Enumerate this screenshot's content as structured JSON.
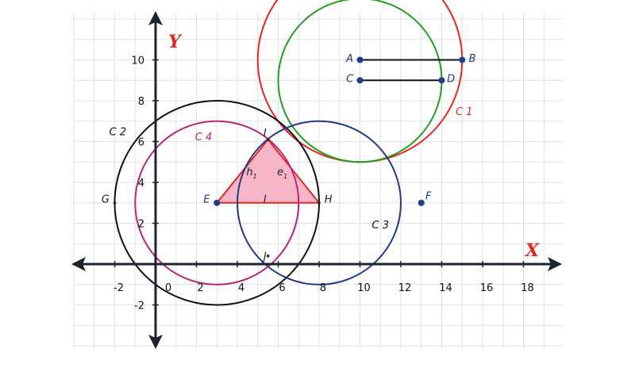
{
  "axes": {
    "x_label": "X",
    "y_label": "Y",
    "x_ticks": [
      "-2",
      "0",
      "2",
      "4",
      "6",
      "8",
      "10",
      "12",
      "14",
      "16",
      "18"
    ],
    "y_ticks": [
      "-2",
      "2",
      "4",
      "6",
      "8",
      "10"
    ],
    "x_range": [
      -4,
      20
    ],
    "y_range": [
      -4,
      12
    ],
    "label_color": "#e8261f",
    "axis_color": "#1c2430",
    "grid": true
  },
  "points": [
    {
      "name": "A",
      "x": 10,
      "y": 10,
      "color": "#1f3c88"
    },
    {
      "name": "B",
      "x": 15,
      "y": 10,
      "color": "#1f3c88"
    },
    {
      "name": "C",
      "x": 10,
      "y": 9,
      "color": "#1f3c88"
    },
    {
      "name": "D",
      "x": 14,
      "y": 9,
      "color": "#1f3c88"
    },
    {
      "name": "E",
      "x": 3,
      "y": 3,
      "color": "#1f3c88"
    },
    {
      "name": "F",
      "x": 13,
      "y": 3,
      "color": "#1f3c88"
    },
    {
      "name": "G",
      "x": -2,
      "y": 3,
      "color": "#222222"
    },
    {
      "name": "H",
      "x": 8,
      "y": 3,
      "color": "#222222"
    },
    {
      "name": "I",
      "x": 5.5,
      "y": 6.1,
      "color": "#222222"
    },
    {
      "name": "J",
      "x": 5.5,
      "y": 0.4,
      "color": "#222222"
    }
  ],
  "segments": [
    {
      "from": "A",
      "to": "B",
      "color": "#111111"
    },
    {
      "from": "C",
      "to": "D",
      "color": "#111111"
    }
  ],
  "circles": [
    {
      "name": "C 1",
      "cx": 10,
      "cy": 10,
      "r": 5,
      "color": "#e8261f"
    },
    {
      "name": "",
      "cx": 10,
      "cy": 9,
      "r": 4,
      "color": "#22a020"
    },
    {
      "name": "C 2",
      "cx": 3,
      "cy": 3,
      "r": 5,
      "color": "#111111"
    },
    {
      "name": "C 3",
      "cx": 8,
      "cy": 3,
      "r": 4,
      "color": "#1f3c88"
    },
    {
      "name": "C 4",
      "cx": 3,
      "cy": 3,
      "r": 4,
      "color": "#b8267a"
    }
  ],
  "triangle": {
    "vertices": [
      "E",
      "I",
      "H"
    ],
    "fill": "#f7b6c8",
    "stroke": "#e8261f",
    "center_label": "I",
    "side_labels": [
      {
        "text": "h",
        "sub": "1",
        "x": 4.7,
        "y": 4.55
      },
      {
        "text": "e",
        "sub": "1",
        "x": 6.2,
        "y": 4.55
      }
    ]
  },
  "labels": [
    {
      "text": "A",
      "x": 9.5,
      "y": 10.1,
      "color": "#1f3c88"
    },
    {
      "text": "B",
      "x": 15.5,
      "y": 10.1,
      "color": "#1f3c88"
    },
    {
      "text": "C",
      "x": 9.5,
      "y": 9.1,
      "color": "#1f3c88"
    },
    {
      "text": "D",
      "x": 14.45,
      "y": 9.1,
      "color": "#1f3c88"
    },
    {
      "text": "E",
      "x": 2.5,
      "y": 3.2,
      "color": "#1f3c88"
    },
    {
      "text": "F",
      "x": 13.35,
      "y": 3.35,
      "color": "#1f3c88"
    },
    {
      "text": "G",
      "x": -2.45,
      "y": 3.2,
      "color": "#222222"
    },
    {
      "text": "H",
      "x": 8.45,
      "y": 3.2,
      "color": "#222222"
    },
    {
      "text": "I",
      "x": 5.35,
      "y": 6.45,
      "color": "#222222"
    },
    {
      "text": "J",
      "x": 5.35,
      "y": 0.4,
      "color": "#222222"
    },
    {
      "text": "I",
      "x": 5.35,
      "y": 3.2,
      "color": "#222222"
    },
    {
      "text": "C 1",
      "x": 15.1,
      "y": 7.5,
      "color": "#e8261f"
    },
    {
      "text": "C 2",
      "x": -1.85,
      "y": 6.5,
      "color": "#111111"
    },
    {
      "text": "C 3",
      "x": 11.0,
      "y": 1.95,
      "color": "#111111"
    },
    {
      "text": "C 4",
      "x": 2.35,
      "y": 6.25,
      "color": "#b8267a"
    }
  ]
}
